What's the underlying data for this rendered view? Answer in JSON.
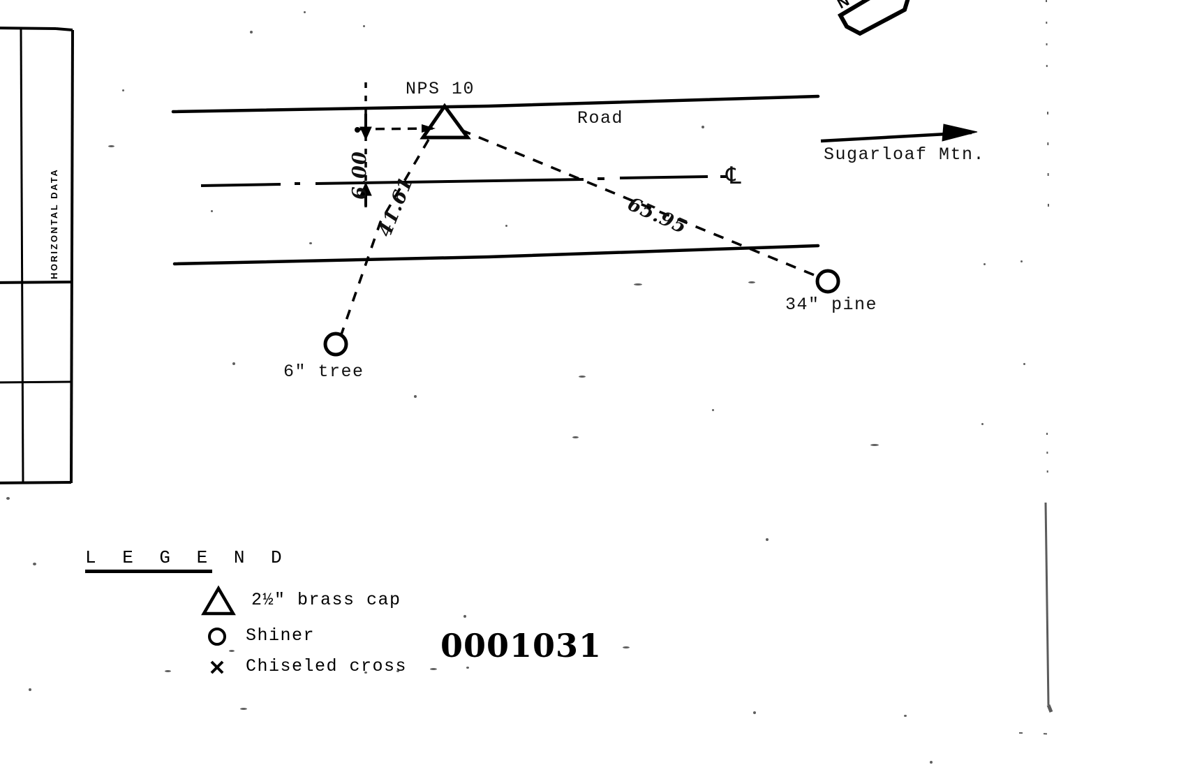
{
  "document": {
    "type": "survey-monument-record-diagram",
    "stamp_number": "0001031"
  },
  "table": {
    "caption": "HORIZONTAL DATA"
  },
  "diagram": {
    "monument": {
      "label": "NPS 10",
      "symbol": "triangle"
    },
    "road_label": "Road",
    "centerline_symbol": "℄",
    "direction_arrow_label": "Sugarloaf Mtn.",
    "north_label": "N",
    "offset_dimension": "6.00",
    "ties": [
      {
        "distance": "41.61",
        "target": "6\" tree",
        "symbol": "shiner"
      },
      {
        "distance": "65.95",
        "target": "34\" pine",
        "symbol": "shiner"
      }
    ]
  },
  "legend": {
    "title": "L E G E N D",
    "items": [
      {
        "symbol": "triangle",
        "label": "2½\" brass cap"
      },
      {
        "symbol": "circle",
        "label": "Shiner"
      },
      {
        "symbol": "cross",
        "label": "Chiseled cross"
      }
    ]
  }
}
